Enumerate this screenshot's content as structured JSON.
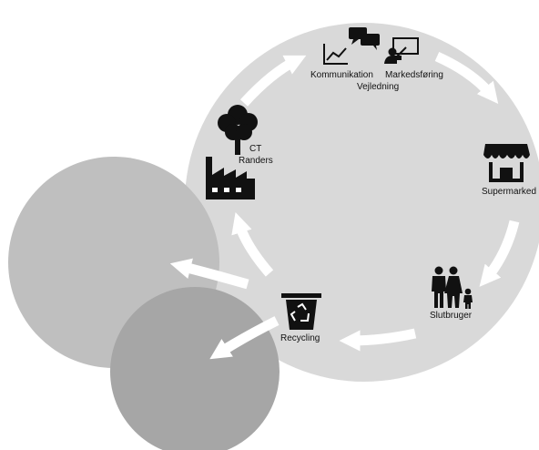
{
  "colors": {
    "main_circle": "#d9d9d9",
    "left_circle": "#bfbfbf",
    "bottom_circle": "#a6a6a6",
    "arrow": "#ffffff",
    "icon": "#111111"
  },
  "icons": {
    "chart": "line-chart-icon",
    "chat": "speech-bubbles-icon",
    "presenter": "presenter-board-icon",
    "tree": "tree-icon",
    "factory": "factory-icon",
    "store": "storefront-icon",
    "family": "family-icon",
    "recycle": "recycle-bin-icon"
  },
  "nodes": {
    "kommunikation": "Kommunikation",
    "markedsforing": "Markedsføring",
    "vejledning": "Vejledning",
    "ct": "CT",
    "randers": "Randers",
    "supermarked": "Supermarked",
    "slutbruger": "Slutbruger",
    "recycling": "Recycling"
  }
}
